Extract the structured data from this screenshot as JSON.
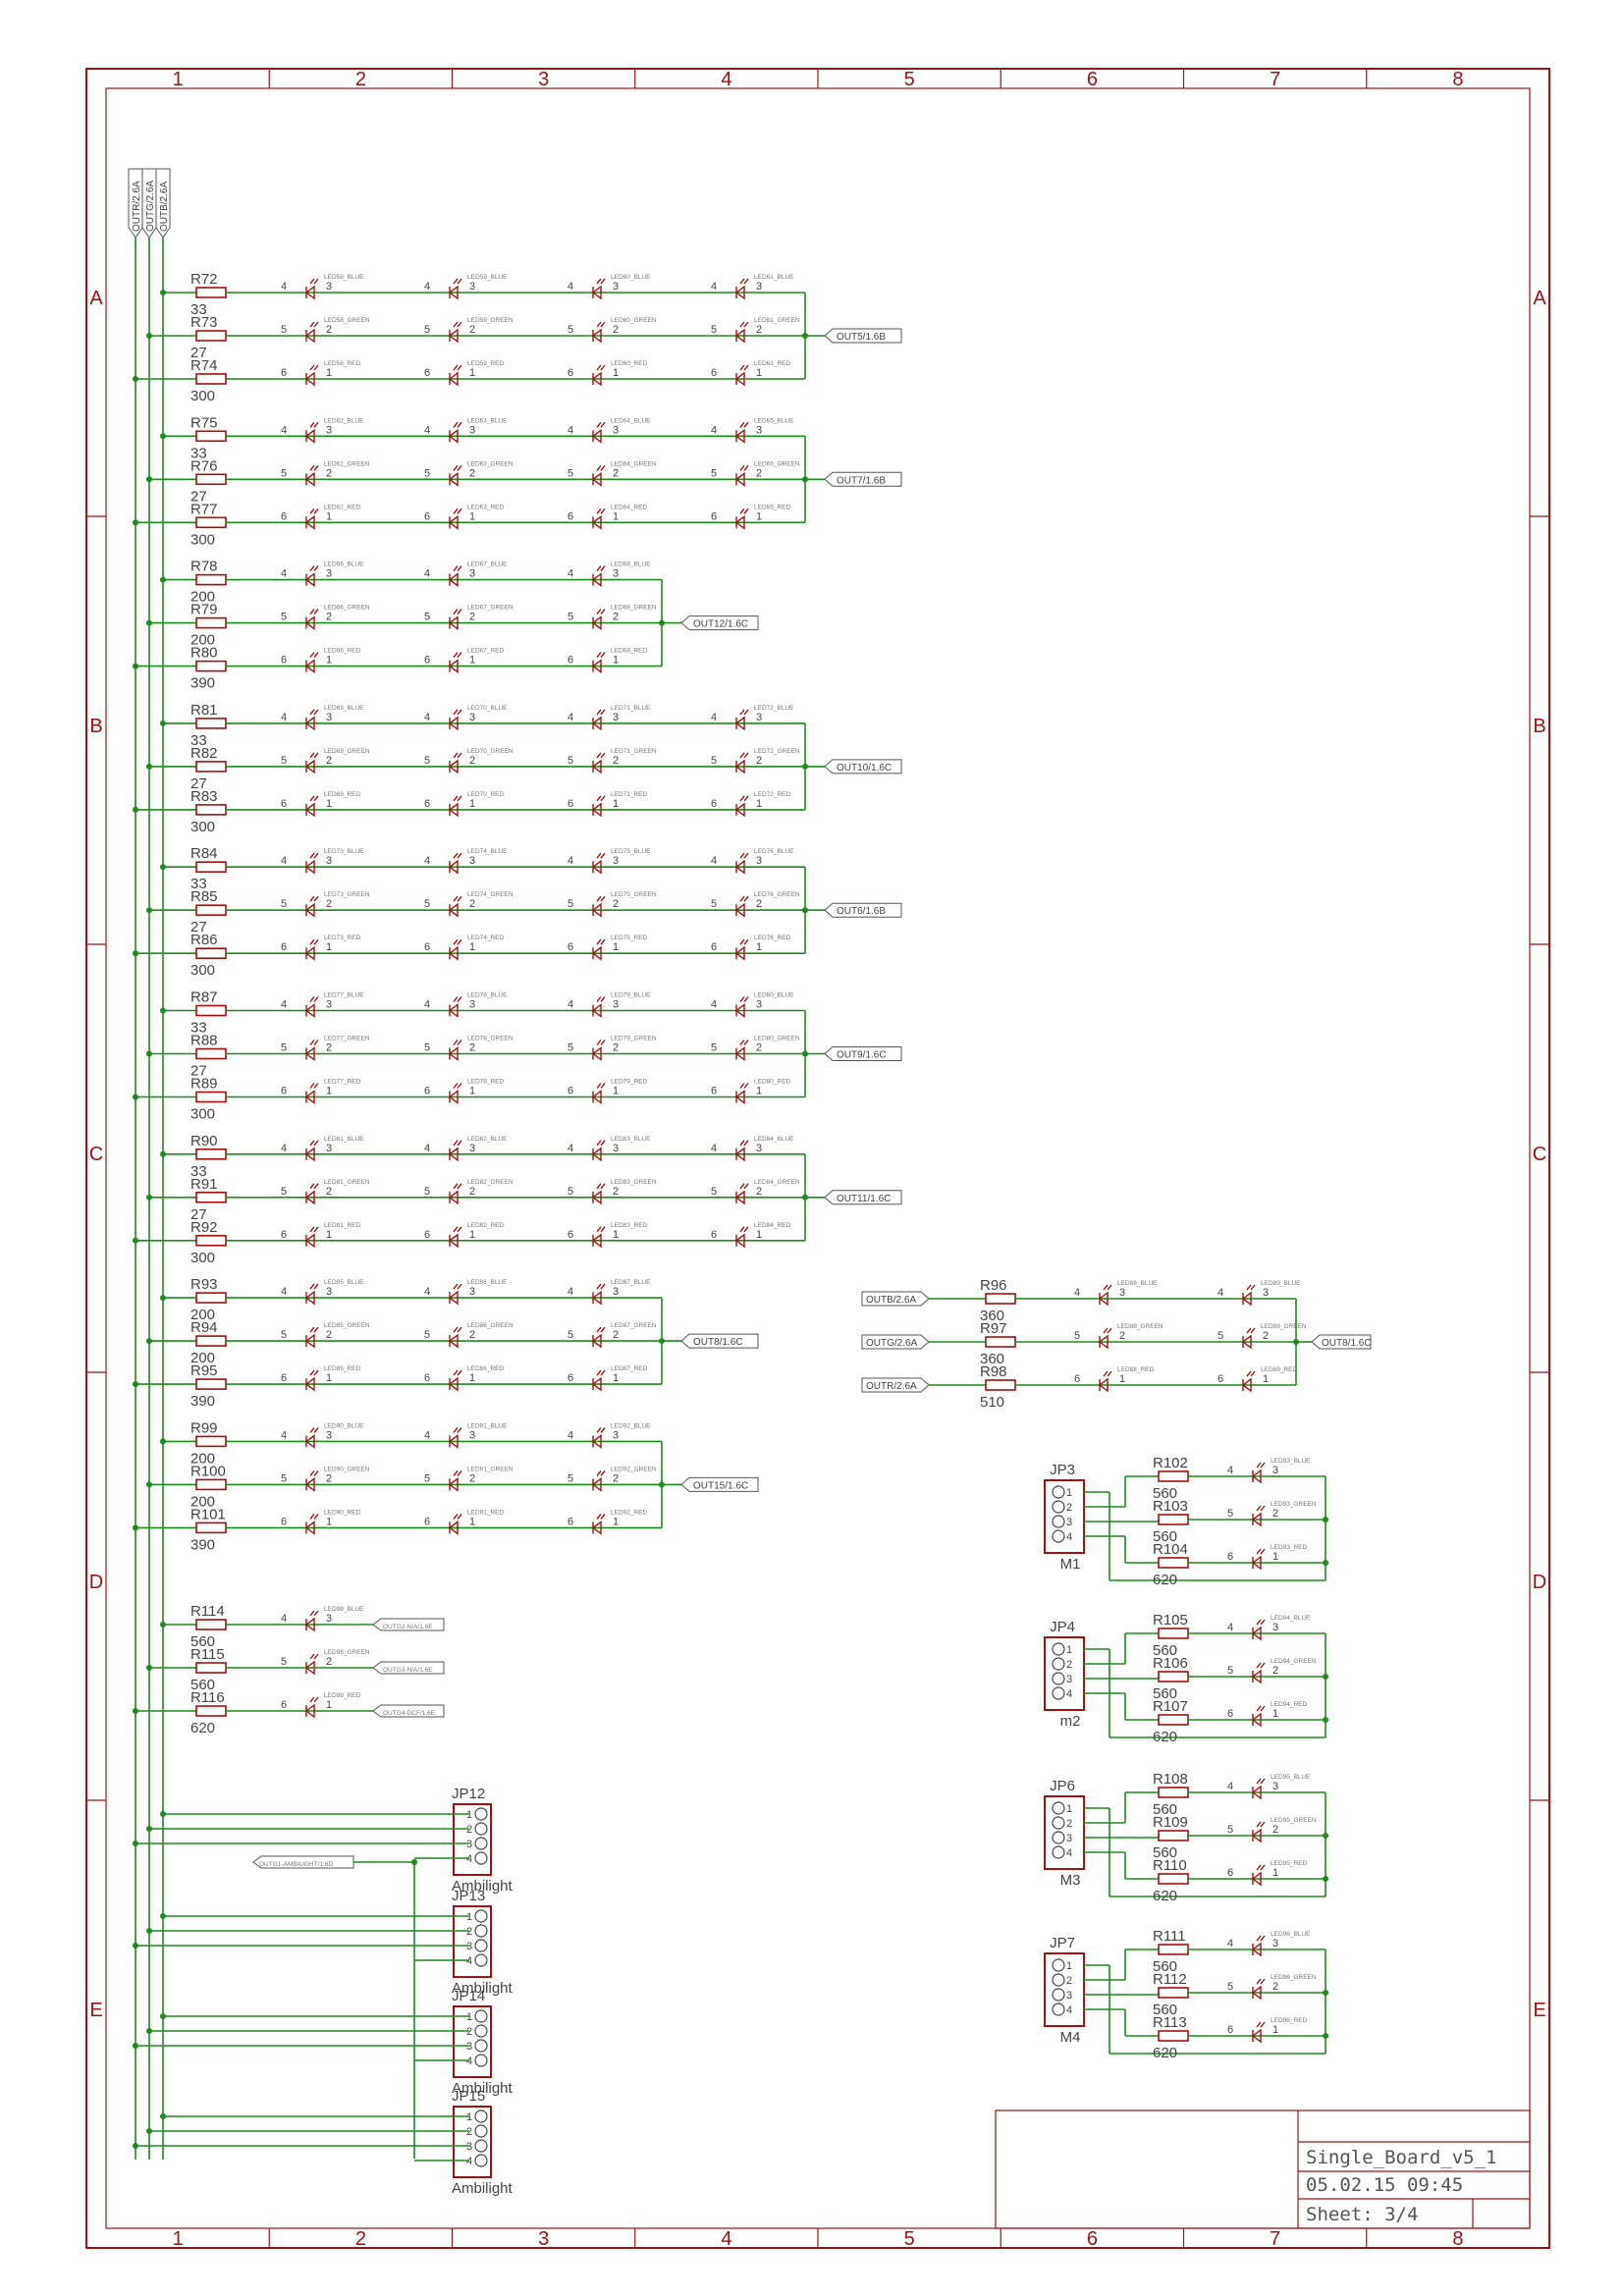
{
  "columns": [
    "1",
    "2",
    "3",
    "4",
    "5",
    "6",
    "7",
    "8"
  ],
  "rows": [
    "A",
    "B",
    "C",
    "D",
    "E"
  ],
  "buses": [
    "OUTR/2.6A",
    "OUTG/2.6A",
    "OUTB/2.6A"
  ],
  "groups": [
    {
      "res": [
        [
          "R72",
          "33"
        ],
        [
          "R73",
          "27"
        ],
        [
          "R74",
          "300"
        ]
      ],
      "leds": [
        "LED58",
        "LED59",
        "LED60",
        "LED61"
      ],
      "out": "OUT5/1.6B"
    },
    {
      "res": [
        [
          "R75",
          "33"
        ],
        [
          "R76",
          "27"
        ],
        [
          "R77",
          "300"
        ]
      ],
      "leds": [
        "LED62",
        "LED63",
        "LED64",
        "LED65"
      ],
      "out": "OUT7/1.6B"
    },
    {
      "res": [
        [
          "R78",
          "200"
        ],
        [
          "R79",
          "200"
        ],
        [
          "R80",
          "390"
        ]
      ],
      "leds": [
        "LED66",
        "LED67",
        "LED68"
      ],
      "out": "OUT12/1.6C"
    },
    {
      "res": [
        [
          "R81",
          "33"
        ],
        [
          "R82",
          "27"
        ],
        [
          "R83",
          "300"
        ]
      ],
      "leds": [
        "LED69",
        "LED70",
        "LED71",
        "LED72"
      ],
      "out": "OUT10/1.6C"
    },
    {
      "res": [
        [
          "R84",
          "33"
        ],
        [
          "R85",
          "27"
        ],
        [
          "R86",
          "300"
        ]
      ],
      "leds": [
        "LED73",
        "LED74",
        "LED75",
        "LED76"
      ],
      "out": "OUT6/1.6B"
    },
    {
      "res": [
        [
          "R87",
          "33"
        ],
        [
          "R88",
          "27"
        ],
        [
          "R89",
          "300"
        ]
      ],
      "leds": [
        "LED77",
        "LED78",
        "LED79",
        "LED80"
      ],
      "out": "OUT9/1.6C"
    },
    {
      "res": [
        [
          "R90",
          "33"
        ],
        [
          "R91",
          "27"
        ],
        [
          "R92",
          "300"
        ]
      ],
      "leds": [
        "LED81",
        "LED82",
        "LED83",
        "LED84"
      ],
      "out": "OUT11/1.6C"
    },
    {
      "res": [
        [
          "R93",
          "200"
        ],
        [
          "R94",
          "200"
        ],
        [
          "R95",
          "390"
        ]
      ],
      "leds": [
        "LED85",
        "LED86",
        "LED87"
      ],
      "out": "OUT8/1.6C"
    },
    {
      "res": [
        [
          "R99",
          "200"
        ],
        [
          "R100",
          "200"
        ],
        [
          "R101",
          "390"
        ]
      ],
      "leds": [
        "LED90",
        "LED91",
        "LED92"
      ],
      "out": "OUT15/1.6C"
    }
  ],
  "single": {
    "res": [
      [
        "R114",
        "560"
      ],
      [
        "R115",
        "560"
      ],
      [
        "R116",
        "620"
      ]
    ],
    "led": "LED98",
    "outs": [
      "OUTG2-N/A/1.6E",
      "OUTG3-N/A/1.6E",
      "OUTG4-DCF/1.6E"
    ]
  },
  "mid_group": {
    "inputs": [
      "OUTB/2.6A",
      "OUTG/2.6A",
      "OUTR/2.6A"
    ],
    "res": [
      [
        "R96",
        "360"
      ],
      [
        "R97",
        "360"
      ],
      [
        "R98",
        "510"
      ]
    ],
    "leds": [
      "LED88",
      "LED89"
    ],
    "out": "OUT8/1.6C"
  },
  "color_suffix": [
    "_BLUE",
    "_GREEN",
    "_RED"
  ],
  "pins_left": [
    "4",
    "5",
    "6"
  ],
  "pins_right": [
    "3",
    "2",
    "1"
  ],
  "ambilight": {
    "headers": [
      "JP12",
      "JP13",
      "JP14",
      "JP15"
    ],
    "label": "Ambilight",
    "input": "OUTG1-AMBILIGHT/1.6D",
    "pins": [
      "1",
      "2",
      "3",
      "4"
    ]
  },
  "modules": [
    {
      "jp": "JP3",
      "name": "M1",
      "res": [
        [
          "R102",
          "560"
        ],
        [
          "R103",
          "560"
        ],
        [
          "R104",
          "620"
        ]
      ],
      "led": "LED93"
    },
    {
      "jp": "JP4",
      "name": "m2",
      "res": [
        [
          "R105",
          "560"
        ],
        [
          "R106",
          "560"
        ],
        [
          "R107",
          "620"
        ]
      ],
      "led": "LED94"
    },
    {
      "jp": "JP6",
      "name": "M3",
      "res": [
        [
          "R108",
          "560"
        ],
        [
          "R109",
          "560"
        ],
        [
          "R110",
          "620"
        ]
      ],
      "led": "LED95"
    },
    {
      "jp": "JP7",
      "name": "M4",
      "res": [
        [
          "R111",
          "560"
        ],
        [
          "R112",
          "560"
        ],
        [
          "R113",
          "620"
        ]
      ],
      "led": "LED96"
    }
  ],
  "title_block": {
    "name": "Single_Board_v5_1",
    "date": "05.02.15 09:45",
    "sheet": "Sheet: 3/4"
  },
  "colors": {
    "frame": "#a01212",
    "wire": "#1f8a1f"
  }
}
